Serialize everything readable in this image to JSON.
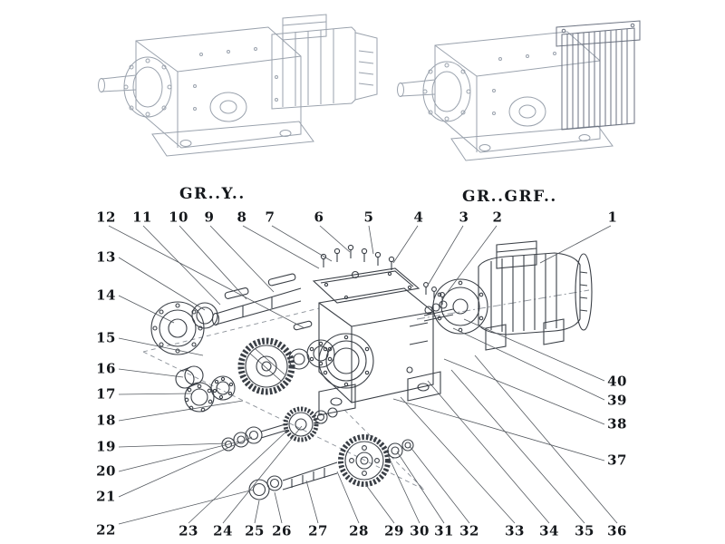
{
  "figure": {
    "variant_left_label": "GR..Y..",
    "variant_right_label": "GR..GRF.."
  },
  "colors": {
    "ink_dark": "#3a3f46",
    "ink_light": "#9aa2ad",
    "leader": "#555a60"
  },
  "callouts": {
    "top": [
      "12",
      "11",
      "10",
      "9",
      "8",
      "7",
      "6",
      "5",
      "4",
      "3",
      "2",
      "1"
    ],
    "left": [
      "13",
      "14",
      "15",
      "16",
      "17",
      "18",
      "19",
      "20",
      "21",
      "22"
    ],
    "bottom": [
      "23",
      "24",
      "25",
      "26",
      "27",
      "28",
      "29",
      "30",
      "31",
      "32",
      "33",
      "34",
      "35",
      "36"
    ],
    "right": [
      "40",
      "39",
      "38",
      "37"
    ]
  }
}
